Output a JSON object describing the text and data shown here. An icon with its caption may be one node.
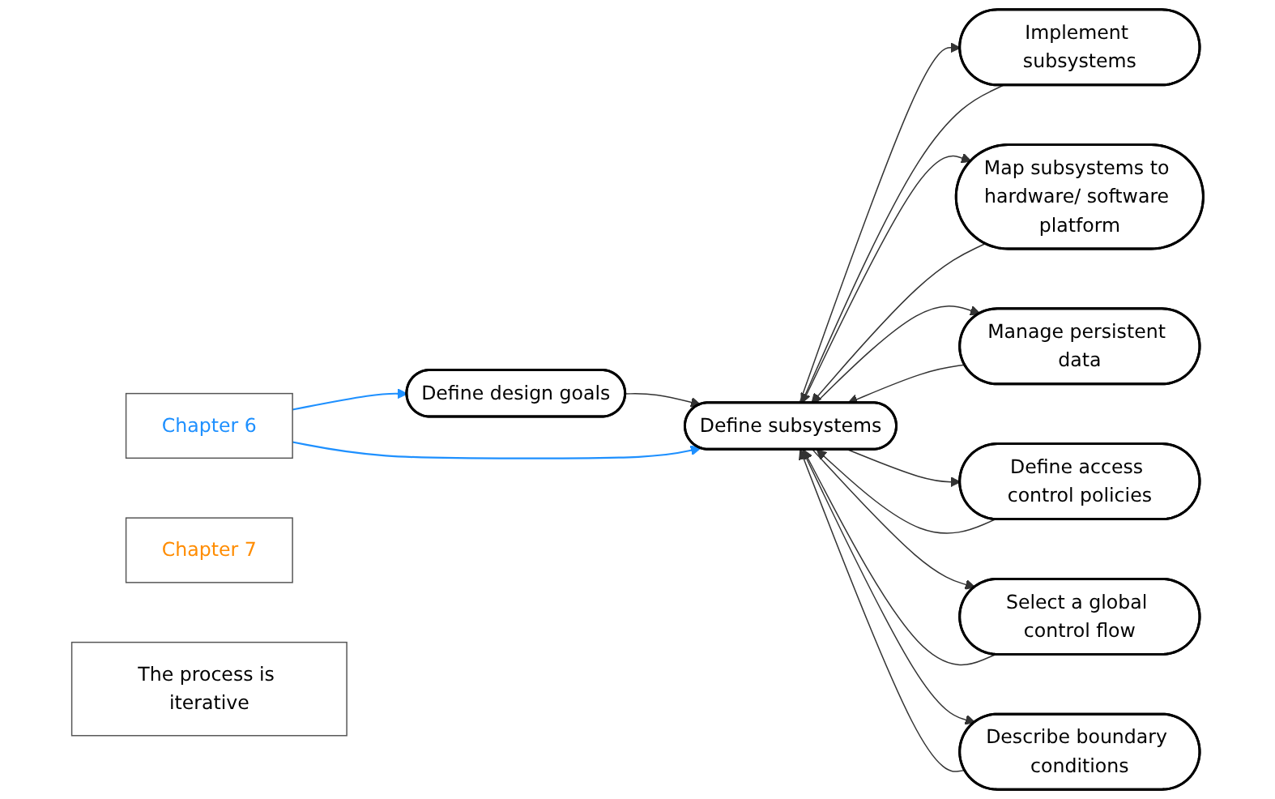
{
  "diagram": {
    "nodes": [
      {
        "text": [
          "Define design goals"
        ]
      },
      {
        "text": [
          "Define subsystems"
        ]
      },
      {
        "text": [
          "Implement subsystems"
        ]
      },
      {
        "text": [
          "Map subsystems to hardware/ software platform"
        ]
      },
      {
        "text": [
          "Manage persistent data"
        ]
      },
      {
        "text": [
          "Define access control policies"
        ]
      },
      {
        "text": [
          "Select a global control flow"
        ]
      },
      {
        "text": [
          "Describe boundary conditions"
        ]
      },
      {
        "text": [
          "Chapter 6"
        ]
      },
      {
        "text": [
          "Chapter 7"
        ]
      },
      {
        "text": [
          "The process is iterative"
        ]
      }
    ],
    "edges": [
      {
        "from": 0,
        "to": 1,
        "arrow": "to"
      },
      {
        "from": 2,
        "to": 1,
        "arrow": "to"
      },
      {
        "from": 1,
        "to": 2,
        "arrow": "to"
      },
      {
        "from": 1,
        "to": 3,
        "arrow": "to"
      },
      {
        "from": 1,
        "to": 4,
        "arrow": "to"
      },
      {
        "from": 1,
        "to": 5,
        "arrow": "to"
      },
      {
        "from": 1,
        "to": 6,
        "arrow": "to"
      },
      {
        "from": 1,
        "to": 7,
        "arrow": "to"
      },
      {
        "from": 3,
        "to": 1,
        "arrow": "to"
      },
      {
        "from": 4,
        "to": 1,
        "arrow": "to"
      },
      {
        "from": 5,
        "to": 1,
        "arrow": "to"
      },
      {
        "from": 6,
        "to": 1,
        "arrow": "to"
      },
      {
        "from": 7,
        "to": 1,
        "arrow": "to"
      },
      {
        "from": 8,
        "to": 0,
        "arrow": "to",
        "color": "#1e90ff"
      },
      {
        "from": 8,
        "to": 1,
        "arrow": "to",
        "color": "#1e90ff"
      }
    ]
  }
}
